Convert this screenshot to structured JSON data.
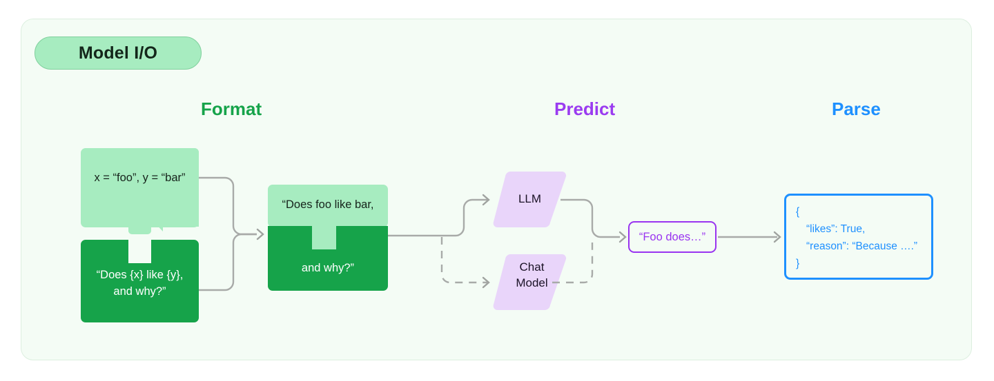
{
  "panel": {
    "title": "Model I/O",
    "background": "#f4fcf5",
    "border_color": "#dcefdf"
  },
  "stages": [
    {
      "id": "format",
      "label": "Format",
      "color": "#16a34a"
    },
    {
      "id": "predict",
      "label": "Predict",
      "color": "#9a3bf0"
    },
    {
      "id": "parse",
      "label": "Parse",
      "color": "#1e90ff"
    }
  ],
  "format": {
    "input_piece_values": {
      "label": "x = “foo”, y = “bar”",
      "fill": "#a7ecc0",
      "text_color": "#16231b"
    },
    "input_piece_template": {
      "label": "“Does {x} like {y},\nand why?”",
      "fill": "#16a34a",
      "text_color": "#ffffff"
    },
    "merged_piece": {
      "top_label": "“Does foo like bar,",
      "bottom_label": "and why?”",
      "top_fill": "#a7ecc0",
      "bottom_fill": "#16a34a"
    }
  },
  "predict": {
    "models": [
      {
        "id": "llm",
        "label": "LLM",
        "fill": "#e9d5fa",
        "path_style": "solid"
      },
      {
        "id": "chat",
        "label": "Chat\nModel",
        "fill": "#e9d5fa",
        "path_style": "dashed"
      }
    ],
    "output_chip": {
      "label": "“Foo does…”",
      "border_color": "#9933f0",
      "text_color": "#9933f0"
    }
  },
  "parse": {
    "json_box": {
      "border_color": "#1e90ff",
      "text_color": "#1e90ff",
      "lines": [
        "{",
        "“likes”: True,",
        "“reason”: “Because ….”",
        "}"
      ]
    }
  },
  "connectors": {
    "line_color": "#a8aaa8",
    "arrow_color": "#9fa29f"
  }
}
